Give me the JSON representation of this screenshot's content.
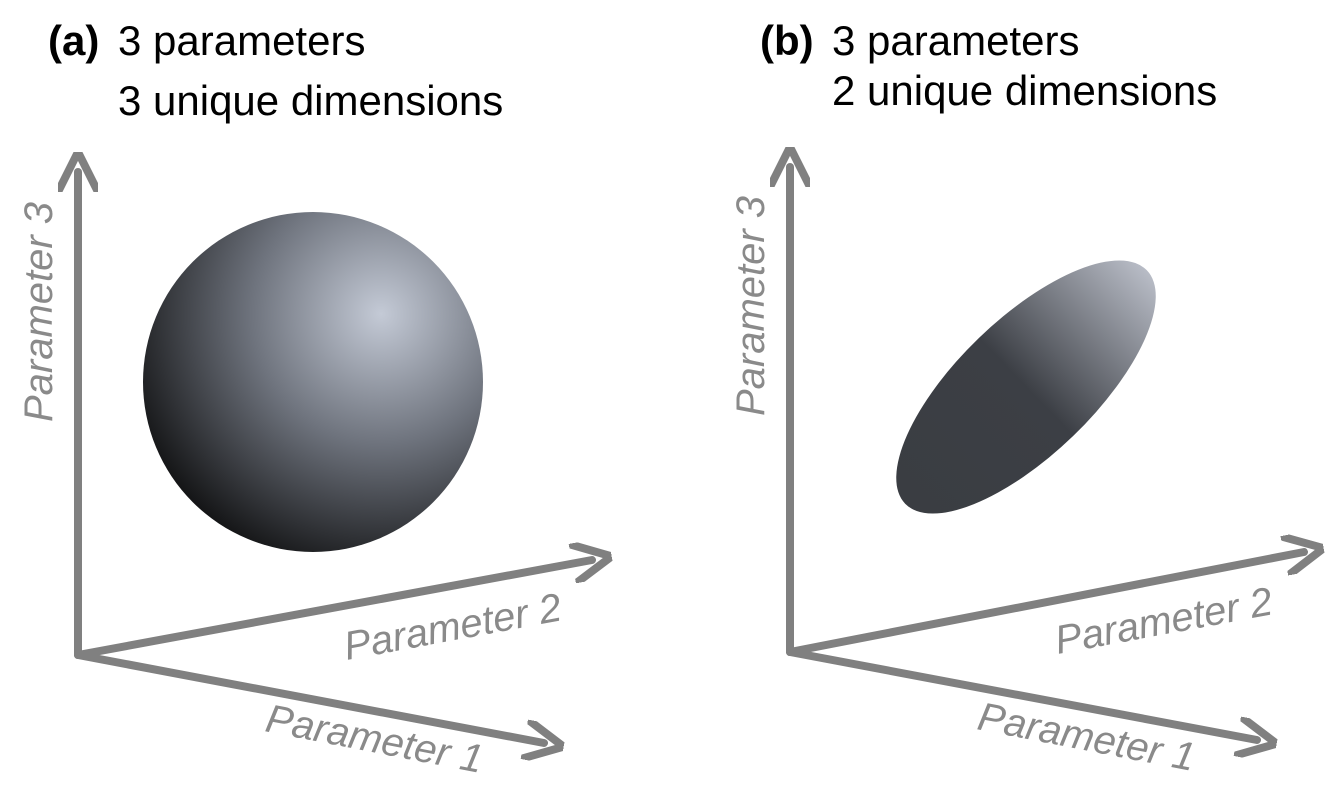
{
  "panels": [
    {
      "tag": "(a)",
      "line1": "3 parameters",
      "line2": "3 unique dimensions",
      "axes": {
        "x": "Parameter 1",
        "y": "Parameter 2",
        "z": "Parameter 3"
      },
      "shape": "sphere"
    },
    {
      "tag": "(b)",
      "line1": "3 parameters",
      "line2": "2 unique dimensions",
      "axes": {
        "x": "Parameter 1",
        "y": "Parameter 2",
        "z": "Parameter 3"
      },
      "shape": "ellipse"
    }
  ],
  "colors": {
    "axis": "#808080",
    "shape_dark": "#000000",
    "shape_light": "#c4cad6"
  }
}
